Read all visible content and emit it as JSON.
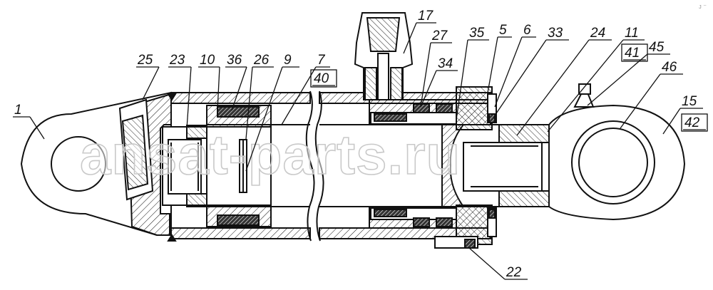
{
  "drawing": {
    "callouts": [
      "1",
      "25",
      "23",
      "10",
      "36",
      "26",
      "9",
      "7",
      "40",
      "17",
      "27",
      "34",
      "35",
      "5",
      "6",
      "33",
      "24",
      "11",
      "41",
      "45",
      "46",
      "15",
      "42",
      "22"
    ]
  },
  "watermark": {
    "text": "ansat-parts.ru"
  },
  "corner_mark": {
    "text": "ᴊ ⁻"
  },
  "colors": {
    "line": "#111111",
    "watermark_outline": "#c9c9c9",
    "seal": "#333333"
  }
}
